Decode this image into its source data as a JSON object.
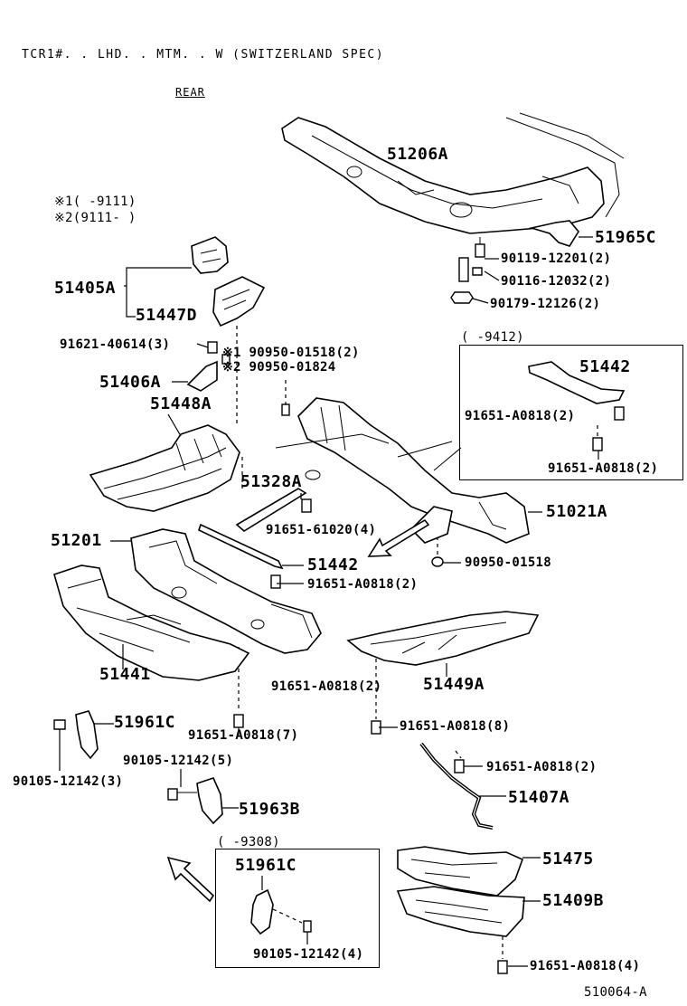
{
  "header": "TCR1#. . LHD. . MTM. . W (SWITZERLAND  SPEC)",
  "direction_label": "REAR",
  "notes": {
    "note1": "※1(      -9111)",
    "note2": "※2(9111-      )"
  },
  "inset_boxes": {
    "box1_range": "(      -9412)",
    "box2_range": "(      -9308)"
  },
  "labels": {
    "p51206A": "51206A",
    "p51965C": "51965C",
    "p90119": "90119-12201(2)",
    "p90116": "90116-12032(2)",
    "p90179": "90179-12126(2)",
    "p51405A": "51405A",
    "p51447D": "51447D",
    "p91621": "91621-40614(3)",
    "p90950a": "※1 90950-01518(2)",
    "p90950b": "※2 90950-01824",
    "p51406A": "51406A",
    "p51448A": "51448A",
    "p51442_inset": "51442",
    "p91651_inset1": "91651-A0818(2)",
    "p91651_inset2": "91651-A0818(2)",
    "p51328A": "51328A",
    "p91651_61020": "91651-61020(4)",
    "p51021A": "51021A",
    "p51201": "51201",
    "p51442": "51442",
    "p91651_a": "91651-A0818(2)",
    "p90950_c": "90950-01518",
    "p51441": "51441",
    "p91651_b": "91651-A0818(2)",
    "p51449A": "51449A",
    "p51961C": "51961C",
    "p91651_c": "91651-A0818(7)",
    "p91651_d": "91651-A0818(8)",
    "p90105_a": "90105-12142(5)",
    "p90105_b": "90105-12142(3)",
    "p91651_e": "91651-A0818(2)",
    "p51963B": "51963B",
    "p51407A": "51407A",
    "p51961C_inset": "51961C",
    "p90105_inset": "90105-12142(4)",
    "p51475": "51475",
    "p51409B": "51409B",
    "p91651_f": "91651-A0818(4)"
  },
  "footer_code": "510064-A"
}
